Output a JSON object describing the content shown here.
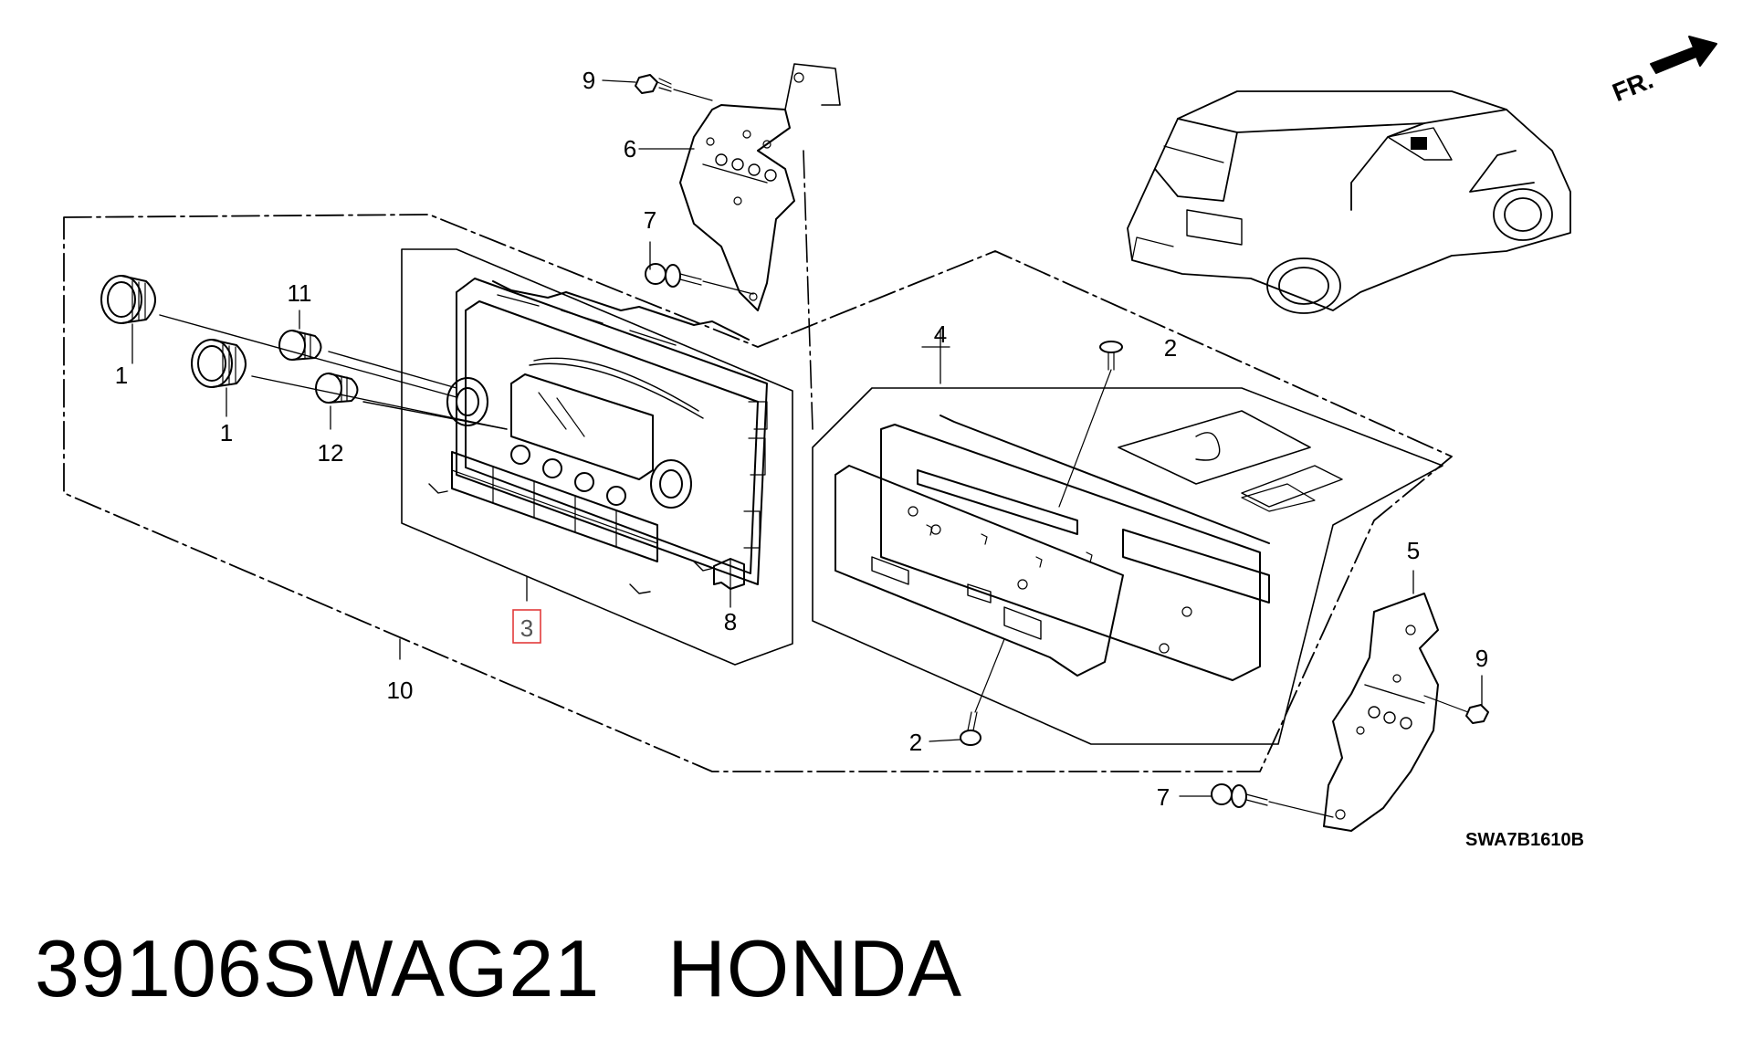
{
  "diagram": {
    "drawing_code": "SWA7B1610B",
    "direction_label": "FR.",
    "callouts": [
      {
        "id": "c1a",
        "label": "1"
      },
      {
        "id": "c1b",
        "label": "1"
      },
      {
        "id": "c2a",
        "label": "2"
      },
      {
        "id": "c2b",
        "label": "2"
      },
      {
        "id": "c3",
        "label": "3"
      },
      {
        "id": "c4",
        "label": "4"
      },
      {
        "id": "c5",
        "label": "5"
      },
      {
        "id": "c6",
        "label": "6"
      },
      {
        "id": "c7a",
        "label": "7"
      },
      {
        "id": "c7b",
        "label": "7"
      },
      {
        "id": "c8",
        "label": "8"
      },
      {
        "id": "c9a",
        "label": "9"
      },
      {
        "id": "c9b",
        "label": "9"
      },
      {
        "id": "c10",
        "label": "10"
      },
      {
        "id": "c11",
        "label": "11"
      },
      {
        "id": "c12",
        "label": "12"
      }
    ],
    "highlighted_callout": "3"
  },
  "footer": {
    "part_number": "39106SWAG21",
    "brand": "HONDA"
  }
}
